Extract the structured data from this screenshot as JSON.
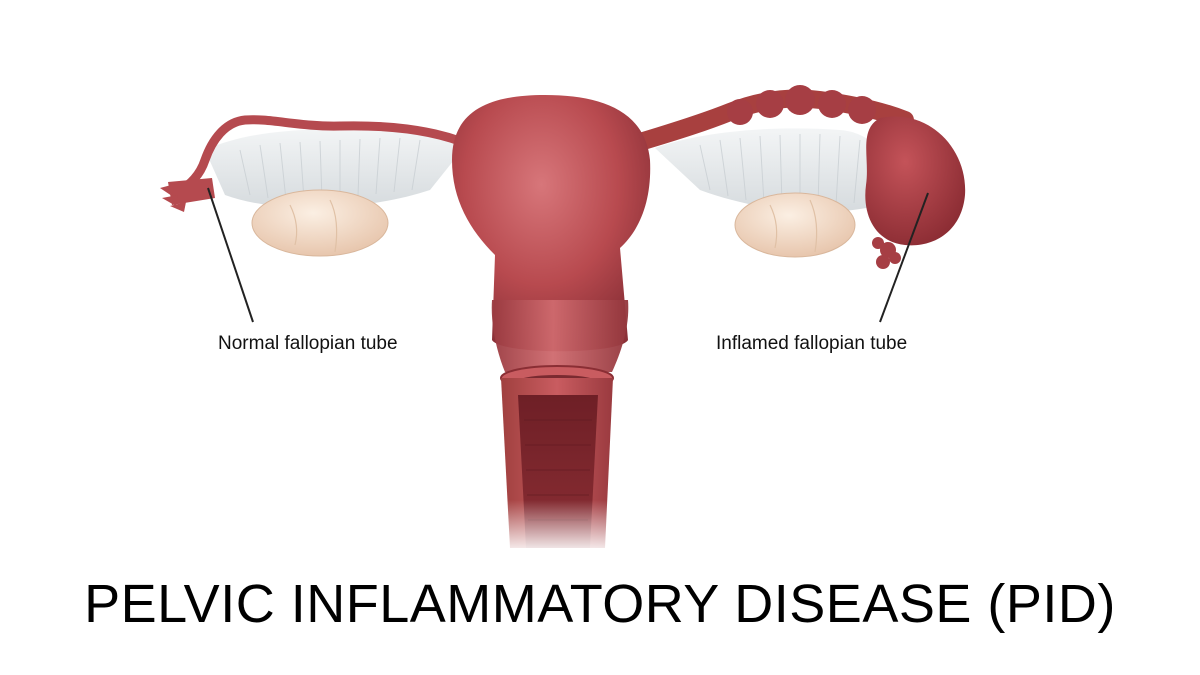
{
  "diagram": {
    "title": "PELVIC INFLAMMATORY DISEASE (PID)",
    "labels": {
      "normal_tube": "Normal fallopian tube",
      "inflamed_tube": "Inflamed fallopian tube"
    }
  },
  "colors": {
    "background": "#ffffff",
    "uterus": "#b84a4f",
    "uterus_dark": "#7e2a30",
    "ovary": "#f2dcc8",
    "ligament": "#e4e8ea",
    "pointer_line": "#222222",
    "text": "#000000"
  }
}
